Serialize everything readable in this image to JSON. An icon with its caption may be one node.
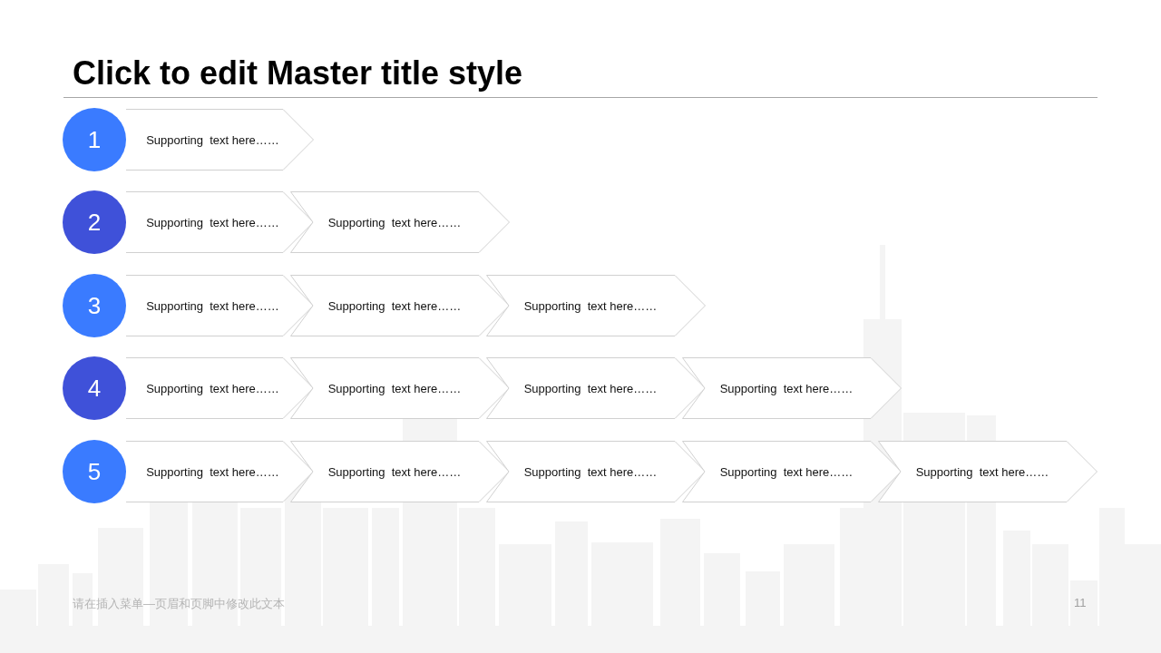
{
  "diagram": {
    "title": "Click to edit Master title style",
    "nodes": [
      {
        "text": [
          "1"
        ]
      },
      {
        "text": [
          "Supporting  text here……"
        ]
      },
      {
        "text": [
          "2"
        ]
      },
      {
        "text": [
          "Supporting  text here……"
        ]
      },
      {
        "text": [
          "Supporting  text here……"
        ]
      },
      {
        "text": [
          "3"
        ]
      },
      {
        "text": [
          "Supporting  text here……"
        ]
      },
      {
        "text": [
          "Supporting  text here……"
        ]
      },
      {
        "text": [
          "Supporting  text here……"
        ]
      },
      {
        "text": [
          "4"
        ]
      },
      {
        "text": [
          "Supporting  text here……"
        ]
      },
      {
        "text": [
          "Supporting  text here……"
        ]
      },
      {
        "text": [
          "Supporting  text here……"
        ]
      },
      {
        "text": [
          "Supporting  text here……"
        ]
      },
      {
        "text": [
          "5"
        ]
      },
      {
        "text": [
          "Supporting  text here……"
        ]
      },
      {
        "text": [
          "Supporting  text here……"
        ]
      },
      {
        "text": [
          "Supporting  text here……"
        ]
      },
      {
        "text": [
          "Supporting  text here……"
        ]
      },
      {
        "text": [
          "Supporting  text here……"
        ]
      }
    ],
    "labels": [
      "请在插入菜单—页眉和页脚中修改此文本",
      "11"
    ]
  }
}
